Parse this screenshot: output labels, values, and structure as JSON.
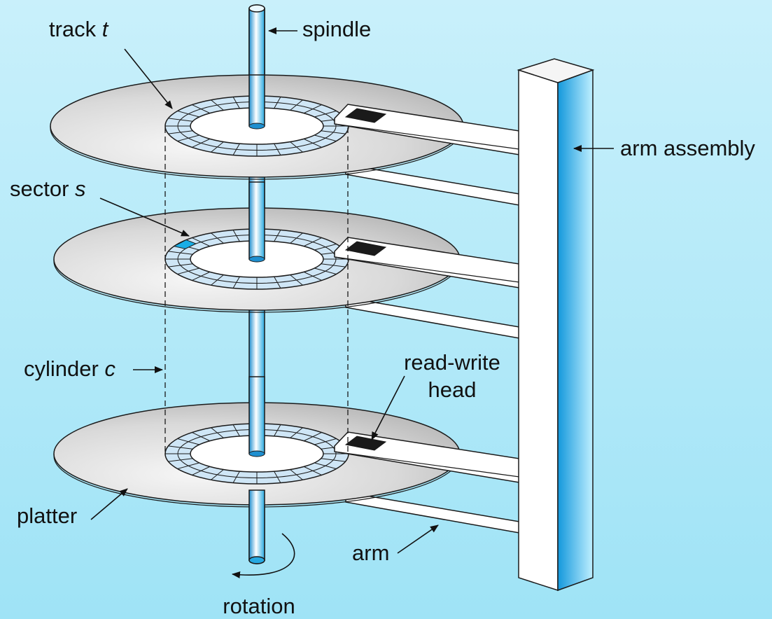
{
  "colors": {
    "background_top": "#c9f0fb",
    "background_bottom": "#9fe3f6",
    "platter": "#cfcfcf",
    "platter_edge": "#1a1a1a",
    "track_fill": "#cfe6f6",
    "highlight_sector": "#19aee6",
    "spindle": "#27a9e1",
    "arm_fill": "#ffffff",
    "head": "#1a1a1a",
    "assembly_stripe": "#1aa8e8"
  },
  "labels": {
    "track": {
      "text": "track ",
      "variable": "t"
    },
    "spindle": {
      "text": "spindle"
    },
    "arm_assembly": {
      "text": "arm assembly"
    },
    "sector": {
      "text": "sector ",
      "variable": "s"
    },
    "cylinder": {
      "text": "cylinder ",
      "variable": "c"
    },
    "read_write_head": {
      "line1": "read-write",
      "line2": "head"
    },
    "platter": {
      "text": "platter"
    },
    "arm": {
      "text": "arm"
    },
    "rotation": {
      "text": "rotation"
    }
  }
}
